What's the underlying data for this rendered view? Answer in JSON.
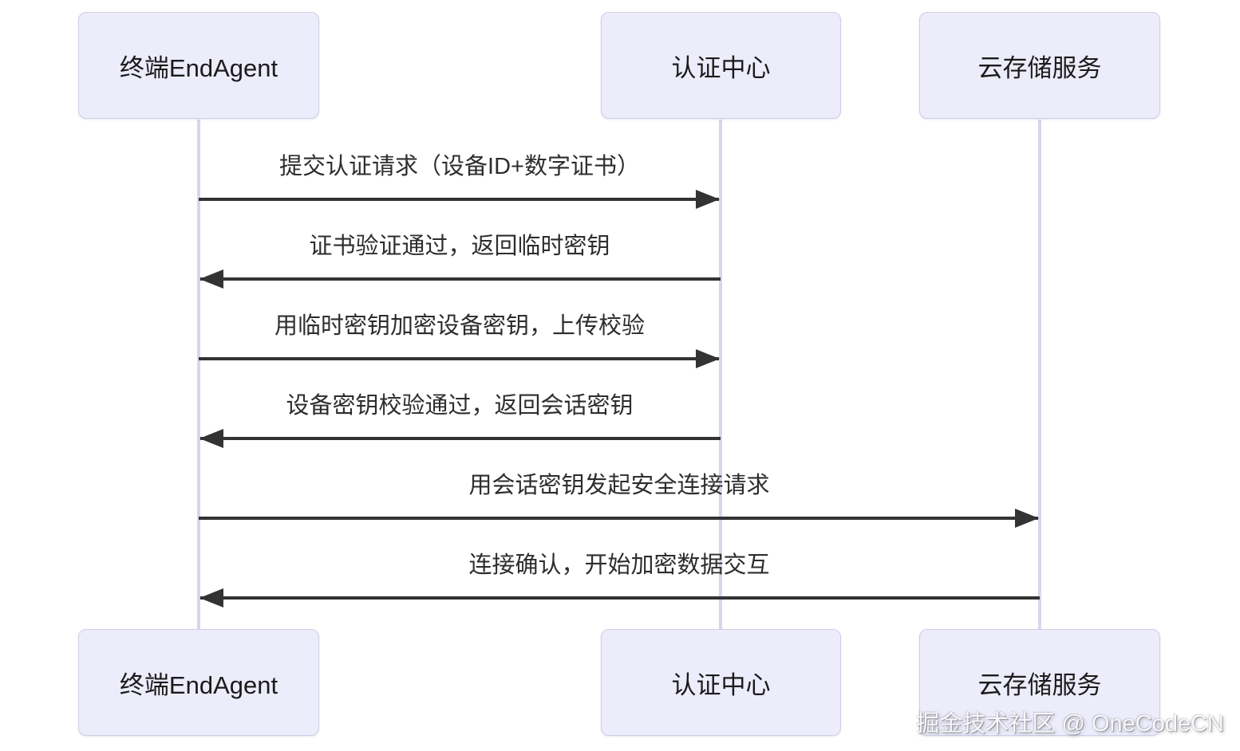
{
  "diagram": {
    "type": "sequence-diagram",
    "actors": [
      {
        "id": "endagent",
        "label": "终端EndAgent"
      },
      {
        "id": "auth-center",
        "label": "认证中心"
      },
      {
        "id": "cloud-storage",
        "label": "云存储服务"
      }
    ],
    "messages": [
      {
        "from": "终端EndAgent",
        "to": "认证中心",
        "direction": "right",
        "label": "提交认证请求（设备ID+数字证书）"
      },
      {
        "from": "认证中心",
        "to": "终端EndAgent",
        "direction": "left",
        "label": "证书验证通过，返回临时密钥"
      },
      {
        "from": "终端EndAgent",
        "to": "认证中心",
        "direction": "right",
        "label": "用临时密钥加密设备密钥，上传校验"
      },
      {
        "from": "认证中心",
        "to": "终端EndAgent",
        "direction": "left",
        "label": "设备密钥校验通过，返回会话密钥"
      },
      {
        "from": "终端EndAgent",
        "to": "云存储服务",
        "direction": "right",
        "label": "用会话密钥发起安全连接请求"
      },
      {
        "from": "云存储服务",
        "to": "终端EndAgent",
        "direction": "left",
        "label": "连接确认，开始加密数据交互"
      }
    ],
    "watermark": "掘金技术社区 @ OneCodeCN",
    "colors": {
      "background": "#FFFFFF",
      "actor_fill": "#ECECFB",
      "actor_border": "#CFCFE6",
      "lifeline": "#D8D5EE",
      "arrow": "#333333",
      "actor_text": "#1B1B1B",
      "message_text": "#2D2D2D",
      "watermark_text": "#FFFFFF"
    }
  }
}
